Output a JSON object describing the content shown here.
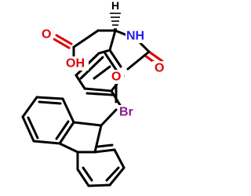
{
  "atoms": {
    "o_carbonyl_acid": "O",
    "oh_acid": "OH",
    "nh": "NH",
    "o_carbamate_single": "O",
    "o_carbamate_double": "O",
    "br": "Br",
    "h_stereo": "H"
  },
  "colors": {
    "oxygen": "#e00000",
    "nitrogen": "#2020e8",
    "bromine": "#8b1a8b",
    "carbon": "#000000"
  }
}
